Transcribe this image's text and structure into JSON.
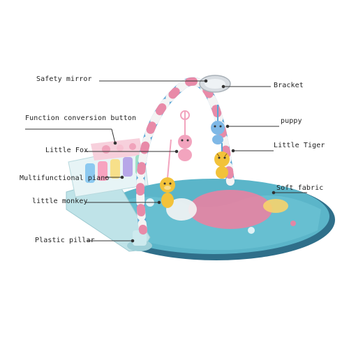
{
  "labels": {
    "safety_mirror": "Safety mirror",
    "bracket": "Bracket",
    "function_conversion_button": "Function conversion button",
    "puppy": "puppy",
    "little_fox": "Little Fox",
    "little_tiger": "Little Tiger",
    "multifunctional_piano": "Multifunctional piano",
    "soft_fabric": "Soft fabric",
    "little_monkey": "little monkey",
    "plastic_pillar": "Plastic pillar"
  },
  "colors": {
    "mat_blue": "#5bb5c9",
    "mat_dark": "#2f6f8a",
    "arch_pink": "#e88aa8",
    "arch_blue": "#5aa6d6",
    "arch_white": "#f4f4f4",
    "piano_base": "#bfe3e8",
    "toy_yellow": "#f2c23a",
    "toy_pink": "#f2a4be",
    "pad_pink": "#f07fa0",
    "leader_line": "#333333"
  }
}
